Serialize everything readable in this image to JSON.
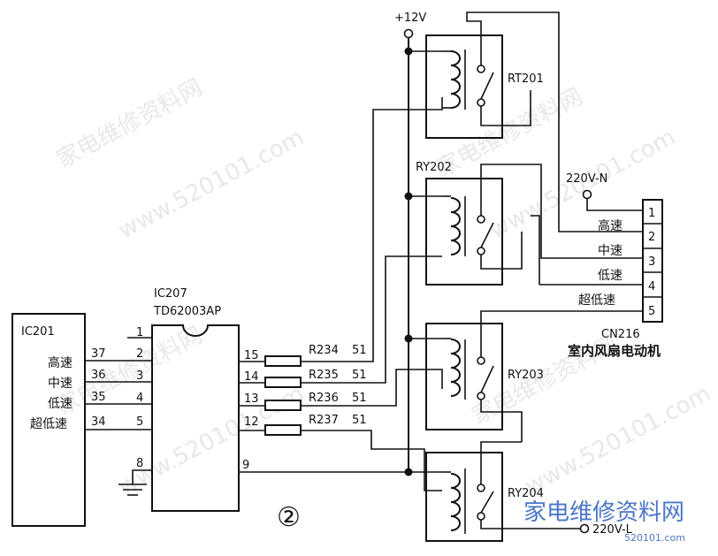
{
  "labels": {
    "ic201": "IC201",
    "ic207": "IC207",
    "ic207_part": "TD62003AP",
    "v12": "+12V",
    "rt201": "RT201",
    "ry202": "RY202",
    "ry203": "RY203",
    "ry204": "RY204",
    "n220": "220V-N",
    "l220": "220V-L",
    "cn216": "CN216",
    "motor": "室内风扇电动机",
    "figure": "②"
  },
  "ic201_rows": [
    {
      "name": "高速",
      "pin": "37"
    },
    {
      "name": "中速",
      "pin": "36"
    },
    {
      "name": "低速",
      "pin": "35"
    },
    {
      "name": "超低速",
      "pin": "34"
    }
  ],
  "ic207_left_pins": [
    "1",
    "2",
    "3",
    "4",
    "5",
    "8"
  ],
  "ic207_right_pins": [
    "15",
    "14",
    "13",
    "12",
    "9"
  ],
  "resistors": [
    {
      "name": "R234",
      "value": "51"
    },
    {
      "name": "R235",
      "value": "51"
    },
    {
      "name": "R236",
      "value": "51"
    },
    {
      "name": "R237",
      "value": "51"
    }
  ],
  "connector": [
    {
      "pin": "1",
      "label": ""
    },
    {
      "pin": "2",
      "label": "高速"
    },
    {
      "pin": "3",
      "label": "中速"
    },
    {
      "pin": "4",
      "label": "低速"
    },
    {
      "pin": "5",
      "label": "超低速"
    }
  ],
  "watermarks": [
    "家电维修资料网",
    "www.520101.com"
  ],
  "logo": "家电维修资料网",
  "logo_url": "520101.com"
}
